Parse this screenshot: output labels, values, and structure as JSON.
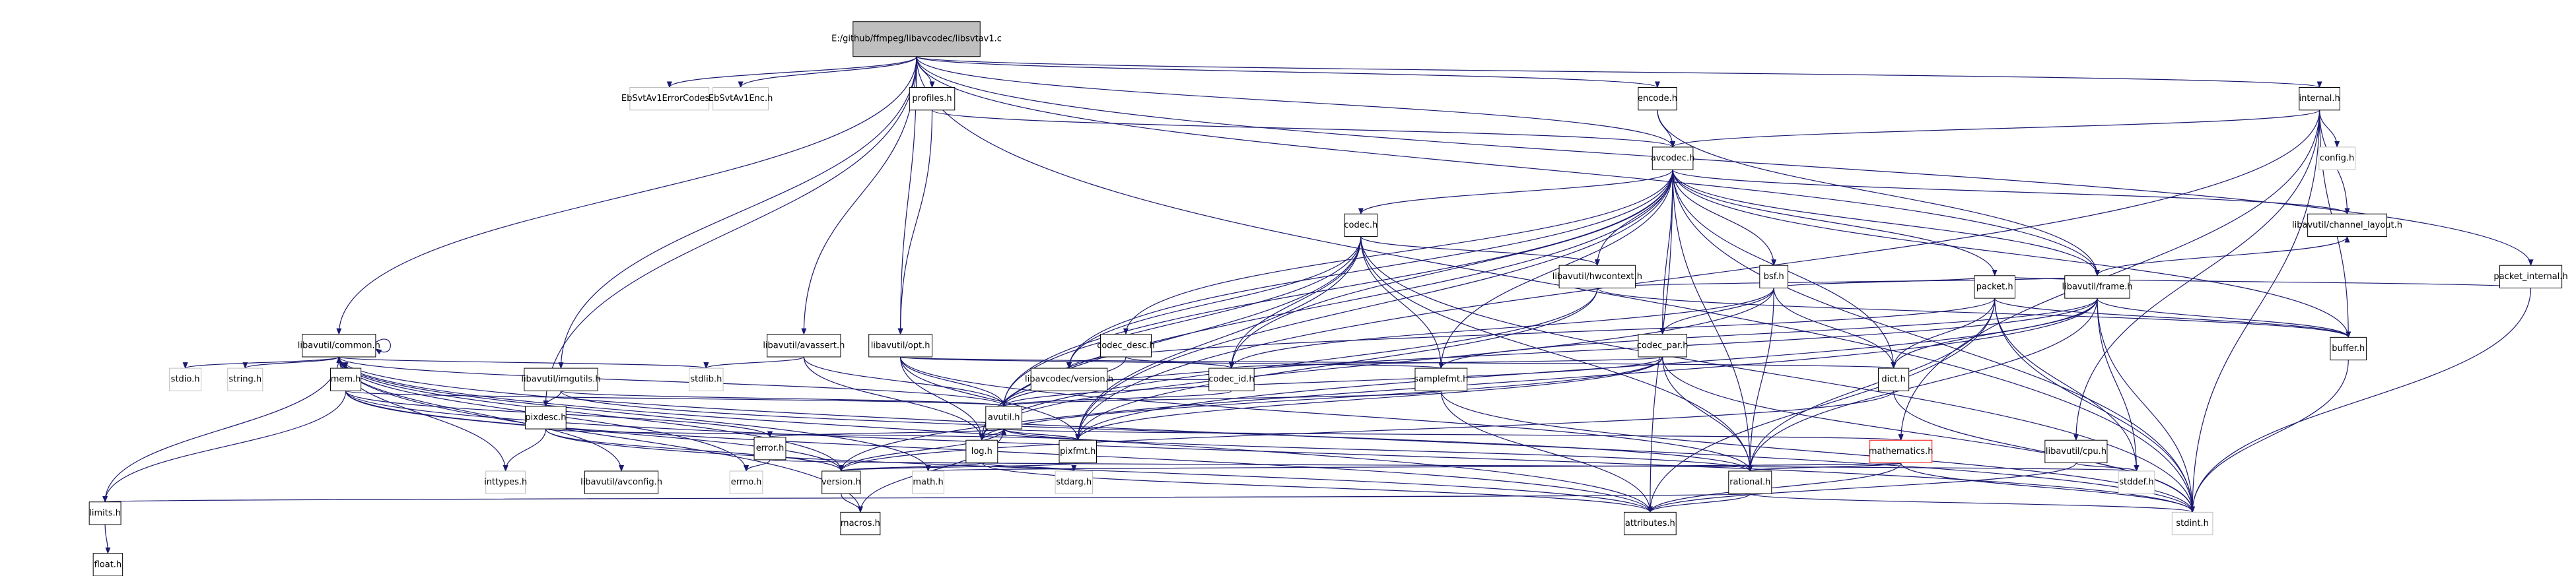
{
  "diagram": {
    "title": "E:/github/ffmpeg/libavcodec/libsvtav1.c",
    "colors": {
      "edge": "#191970",
      "edge_dark": "#000080",
      "node_fill": "#ffffff",
      "node_border": "#000000",
      "missing_border": "#bfbfbf",
      "missing_text": "#7f7f7f",
      "root_fill": "#bfbfbf",
      "red_border": "#ff0000"
    },
    "nodes": [
      {
        "id": "root",
        "label": "E:/github/ffmpeg/libavcodec/libsvtav1.c",
        "style": "root"
      },
      {
        "id": "EbSvtAv1ErrorCodes",
        "label": "EbSvtAv1ErrorCodes.h",
        "style": "missing"
      },
      {
        "id": "EbSvtAv1Enc",
        "label": "EbSvtAv1Enc.h",
        "style": "missing"
      },
      {
        "id": "profiles",
        "label": "profiles.h",
        "style": "normal"
      },
      {
        "id": "encode",
        "label": "encode.h",
        "style": "normal"
      },
      {
        "id": "internal",
        "label": "internal.h",
        "style": "normal"
      },
      {
        "id": "config",
        "label": "config.h",
        "style": "missing"
      },
      {
        "id": "avcodec",
        "label": "avcodec.h",
        "style": "normal"
      },
      {
        "id": "channel_layout",
        "label": "libavutil/channel_layout.h",
        "style": "normal"
      },
      {
        "id": "packet_internal",
        "label": "packet_internal.h",
        "style": "normal"
      },
      {
        "id": "codec",
        "label": "codec.h",
        "style": "normal"
      },
      {
        "id": "hwcontext",
        "label": "libavutil/hwcontext.h",
        "style": "normal"
      },
      {
        "id": "bsf",
        "label": "bsf.h",
        "style": "normal"
      },
      {
        "id": "packet",
        "label": "packet.h",
        "style": "normal"
      },
      {
        "id": "frame",
        "label": "libavutil/frame.h",
        "style": "normal"
      },
      {
        "id": "buffer",
        "label": "buffer.h",
        "style": "normal"
      },
      {
        "id": "common",
        "label": "libavutil/common.h",
        "style": "normal"
      },
      {
        "id": "avassert",
        "label": "libavutil/avassert.h",
        "style": "normal"
      },
      {
        "id": "opt",
        "label": "libavutil/opt.h",
        "style": "normal"
      },
      {
        "id": "codec_desc",
        "label": "codec_desc.h",
        "style": "normal"
      },
      {
        "id": "codec_par",
        "label": "codec_par.h",
        "style": "normal"
      },
      {
        "id": "stdio",
        "label": "stdio.h",
        "style": "missing"
      },
      {
        "id": "string",
        "label": "string.h",
        "style": "missing"
      },
      {
        "id": "mem",
        "label": "mem.h",
        "style": "normal"
      },
      {
        "id": "stdlib",
        "label": "stdlib.h",
        "style": "missing"
      },
      {
        "id": "imgutils",
        "label": "libavutil/imgutils.h",
        "style": "normal"
      },
      {
        "id": "version_avcodec",
        "label": "libavcodec/version.h",
        "style": "normal"
      },
      {
        "id": "codec_id",
        "label": "codec_id.h",
        "style": "normal"
      },
      {
        "id": "samplefmt",
        "label": "samplefmt.h",
        "style": "normal"
      },
      {
        "id": "dict",
        "label": "dict.h",
        "style": "normal"
      },
      {
        "id": "pixdesc",
        "label": "pixdesc.h",
        "style": "normal"
      },
      {
        "id": "avutil",
        "label": "avutil.h",
        "style": "normal"
      },
      {
        "id": "error",
        "label": "error.h",
        "style": "normal"
      },
      {
        "id": "log",
        "label": "log.h",
        "style": "normal"
      },
      {
        "id": "pixfmt",
        "label": "pixfmt.h",
        "style": "normal"
      },
      {
        "id": "mathematics",
        "label": "mathematics.h",
        "style": "red"
      },
      {
        "id": "cpu",
        "label": "libavutil/cpu.h",
        "style": "normal"
      },
      {
        "id": "inttypes",
        "label": "inttypes.h",
        "style": "missing"
      },
      {
        "id": "avconfig",
        "label": "libavutil/avconfig.h",
        "style": "normal"
      },
      {
        "id": "errno",
        "label": "errno.h",
        "style": "missing"
      },
      {
        "id": "version",
        "label": "version.h",
        "style": "normal"
      },
      {
        "id": "math",
        "label": "math.h",
        "style": "missing"
      },
      {
        "id": "stdarg",
        "label": "stdarg.h",
        "style": "missing"
      },
      {
        "id": "rational",
        "label": "rational.h",
        "style": "normal"
      },
      {
        "id": "stddef",
        "label": "stddef.h",
        "style": "missing"
      },
      {
        "id": "limits",
        "label": "limits.h",
        "style": "normal"
      },
      {
        "id": "macros",
        "label": "macros.h",
        "style": "normal"
      },
      {
        "id": "attributes",
        "label": "attributes.h",
        "style": "normal"
      },
      {
        "id": "stdint",
        "label": "stdint.h",
        "style": "missing"
      },
      {
        "id": "float",
        "label": "float.h",
        "style": "normal"
      }
    ],
    "edges": [
      [
        "root",
        "EbSvtAv1ErrorCodes"
      ],
      [
        "root",
        "EbSvtAv1Enc"
      ],
      [
        "root",
        "profiles"
      ],
      [
        "root",
        "encode"
      ],
      [
        "root",
        "internal"
      ],
      [
        "root",
        "common"
      ],
      [
        "root",
        "avassert"
      ],
      [
        "root",
        "opt"
      ],
      [
        "root",
        "imgutils"
      ],
      [
        "root",
        "pixdesc"
      ],
      [
        "root",
        "frame"
      ],
      [
        "root",
        "avcodec"
      ],
      [
        "root",
        "packet_internal"
      ],
      [
        "root",
        "stdint"
      ],
      [
        "profiles",
        "avcodec"
      ],
      [
        "profiles",
        "opt"
      ],
      [
        "encode",
        "avcodec"
      ],
      [
        "encode",
        "frame"
      ],
      [
        "internal",
        "config"
      ],
      [
        "internal",
        "channel_layout"
      ],
      [
        "internal",
        "avcodec"
      ],
      [
        "internal",
        "buffer"
      ],
      [
        "internal",
        "mathematics"
      ],
      [
        "internal",
        "pixfmt"
      ],
      [
        "internal",
        "cpu"
      ],
      [
        "internal",
        "stdint"
      ],
      [
        "packet_internal",
        "packet"
      ],
      [
        "packet_internal",
        "stdint"
      ],
      [
        "avcodec",
        "codec"
      ],
      [
        "avcodec",
        "hwcontext"
      ],
      [
        "avcodec",
        "bsf"
      ],
      [
        "avcodec",
        "packet"
      ],
      [
        "avcodec",
        "frame"
      ],
      [
        "avcodec",
        "buffer"
      ],
      [
        "avcodec",
        "channel_layout"
      ],
      [
        "avcodec",
        "codec_desc"
      ],
      [
        "avcodec",
        "codec_par"
      ],
      [
        "avcodec",
        "version_avcodec"
      ],
      [
        "avcodec",
        "codec_id"
      ],
      [
        "avcodec",
        "samplefmt"
      ],
      [
        "avcodec",
        "dict"
      ],
      [
        "avcodec",
        "avutil"
      ],
      [
        "avcodec",
        "log"
      ],
      [
        "avcodec",
        "pixfmt"
      ],
      [
        "avcodec",
        "rational"
      ],
      [
        "avcodec",
        "attributes"
      ],
      [
        "avcodec",
        "stdint"
      ],
      [
        "codec",
        "avutil"
      ],
      [
        "codec",
        "codec_id"
      ],
      [
        "codec",
        "log"
      ],
      [
        "codec",
        "pixfmt"
      ],
      [
        "codec",
        "rational"
      ],
      [
        "codec",
        "samplefmt"
      ],
      [
        "codec",
        "hwcontext"
      ],
      [
        "codec",
        "version_avcodec"
      ],
      [
        "codec",
        "stdint"
      ],
      [
        "hwcontext",
        "buffer"
      ],
      [
        "hwcontext",
        "frame"
      ],
      [
        "hwcontext",
        "log"
      ],
      [
        "hwcontext",
        "pixfmt"
      ],
      [
        "bsf",
        "codec_id"
      ],
      [
        "bsf",
        "codec_par"
      ],
      [
        "bsf",
        "packet"
      ],
      [
        "bsf",
        "dict"
      ],
      [
        "bsf",
        "log"
      ],
      [
        "bsf",
        "rational"
      ],
      [
        "packet",
        "attributes"
      ],
      [
        "packet",
        "buffer"
      ],
      [
        "packet",
        "dict"
      ],
      [
        "packet",
        "rational"
      ],
      [
        "packet",
        "version_avcodec"
      ],
      [
        "packet",
        "stddef"
      ],
      [
        "packet",
        "stdint"
      ],
      [
        "frame",
        "avutil"
      ],
      [
        "frame",
        "buffer"
      ],
      [
        "frame",
        "channel_layout"
      ],
      [
        "frame",
        "dict"
      ],
      [
        "frame",
        "rational"
      ],
      [
        "frame",
        "samplefmt"
      ],
      [
        "frame",
        "pixfmt"
      ],
      [
        "frame",
        "version"
      ],
      [
        "frame",
        "stddef"
      ],
      [
        "frame",
        "stdint"
      ],
      [
        "buffer",
        "stdint"
      ],
      [
        "codec_desc",
        "avutil"
      ],
      [
        "codec_desc",
        "codec_id"
      ],
      [
        "codec_par",
        "avutil"
      ],
      [
        "codec_par",
        "codec_id"
      ],
      [
        "codec_par",
        "log"
      ],
      [
        "codec_par",
        "pixfmt"
      ],
      [
        "codec_par",
        "rational"
      ],
      [
        "codec_par",
        "stdint"
      ],
      [
        "common",
        "errno"
      ],
      [
        "common",
        "inttypes"
      ],
      [
        "common",
        "limits"
      ],
      [
        "common",
        "math"
      ],
      [
        "common",
        "stdint"
      ],
      [
        "common",
        "stdio"
      ],
      [
        "common",
        "stdlib"
      ],
      [
        "common",
        "string"
      ],
      [
        "common",
        "attributes"
      ],
      [
        "common",
        "macros"
      ],
      [
        "common",
        "version"
      ],
      [
        "common",
        "avconfig"
      ],
      [
        "common",
        "mem"
      ],
      [
        "common",
        "common"
      ],
      [
        "avassert",
        "stdlib"
      ],
      [
        "avassert",
        "avutil"
      ],
      [
        "avassert",
        "log"
      ],
      [
        "opt",
        "rational"
      ],
      [
        "opt",
        "avutil"
      ],
      [
        "opt",
        "dict"
      ],
      [
        "opt",
        "log"
      ],
      [
        "opt",
        "pixfmt"
      ],
      [
        "opt",
        "samplefmt"
      ],
      [
        "mem",
        "limits"
      ],
      [
        "mem",
        "stdint"
      ],
      [
        "mem",
        "attributes"
      ],
      [
        "mem",
        "error"
      ],
      [
        "mem",
        "avutil"
      ],
      [
        "mem",
        "version"
      ],
      [
        "imgutils",
        "avutil"
      ],
      [
        "imgutils",
        "pixdesc"
      ],
      [
        "imgutils",
        "rational"
      ],
      [
        "pixdesc",
        "inttypes"
      ],
      [
        "pixdesc",
        "attributes"
      ],
      [
        "pixdesc",
        "pixfmt"
      ],
      [
        "pixdesc",
        "version"
      ],
      [
        "codec_id",
        "avutil"
      ],
      [
        "codec_id",
        "version_avcodec"
      ],
      [
        "samplefmt",
        "avutil"
      ],
      [
        "samplefmt",
        "attributes"
      ],
      [
        "samplefmt",
        "stdint"
      ],
      [
        "dict",
        "stdint"
      ],
      [
        "dict",
        "version"
      ],
      [
        "avutil",
        "common"
      ],
      [
        "avutil",
        "error"
      ],
      [
        "avutil",
        "macros"
      ],
      [
        "avutil",
        "mathematics"
      ],
      [
        "avutil",
        "rational"
      ],
      [
        "avutil",
        "version"
      ],
      [
        "avutil",
        "log"
      ],
      [
        "avutil",
        "pixfmt"
      ],
      [
        "error",
        "errno"
      ],
      [
        "error",
        "stddef"
      ],
      [
        "log",
        "stdarg"
      ],
      [
        "log",
        "attributes"
      ],
      [
        "log",
        "version"
      ],
      [
        "log",
        "avutil"
      ],
      [
        "pixfmt",
        "avutil"
      ],
      [
        "pixfmt",
        "version"
      ],
      [
        "mathematics",
        "stdint"
      ],
      [
        "mathematics",
        "math"
      ],
      [
        "mathematics",
        "attributes"
      ],
      [
        "mathematics",
        "rational"
      ],
      [
        "cpu",
        "stddef"
      ],
      [
        "cpu",
        "attributes"
      ],
      [
        "version",
        "macros"
      ],
      [
        "rational",
        "stdint"
      ],
      [
        "rational",
        "limits"
      ],
      [
        "rational",
        "attributes"
      ],
      [
        "limits",
        "float"
      ]
    ]
  }
}
